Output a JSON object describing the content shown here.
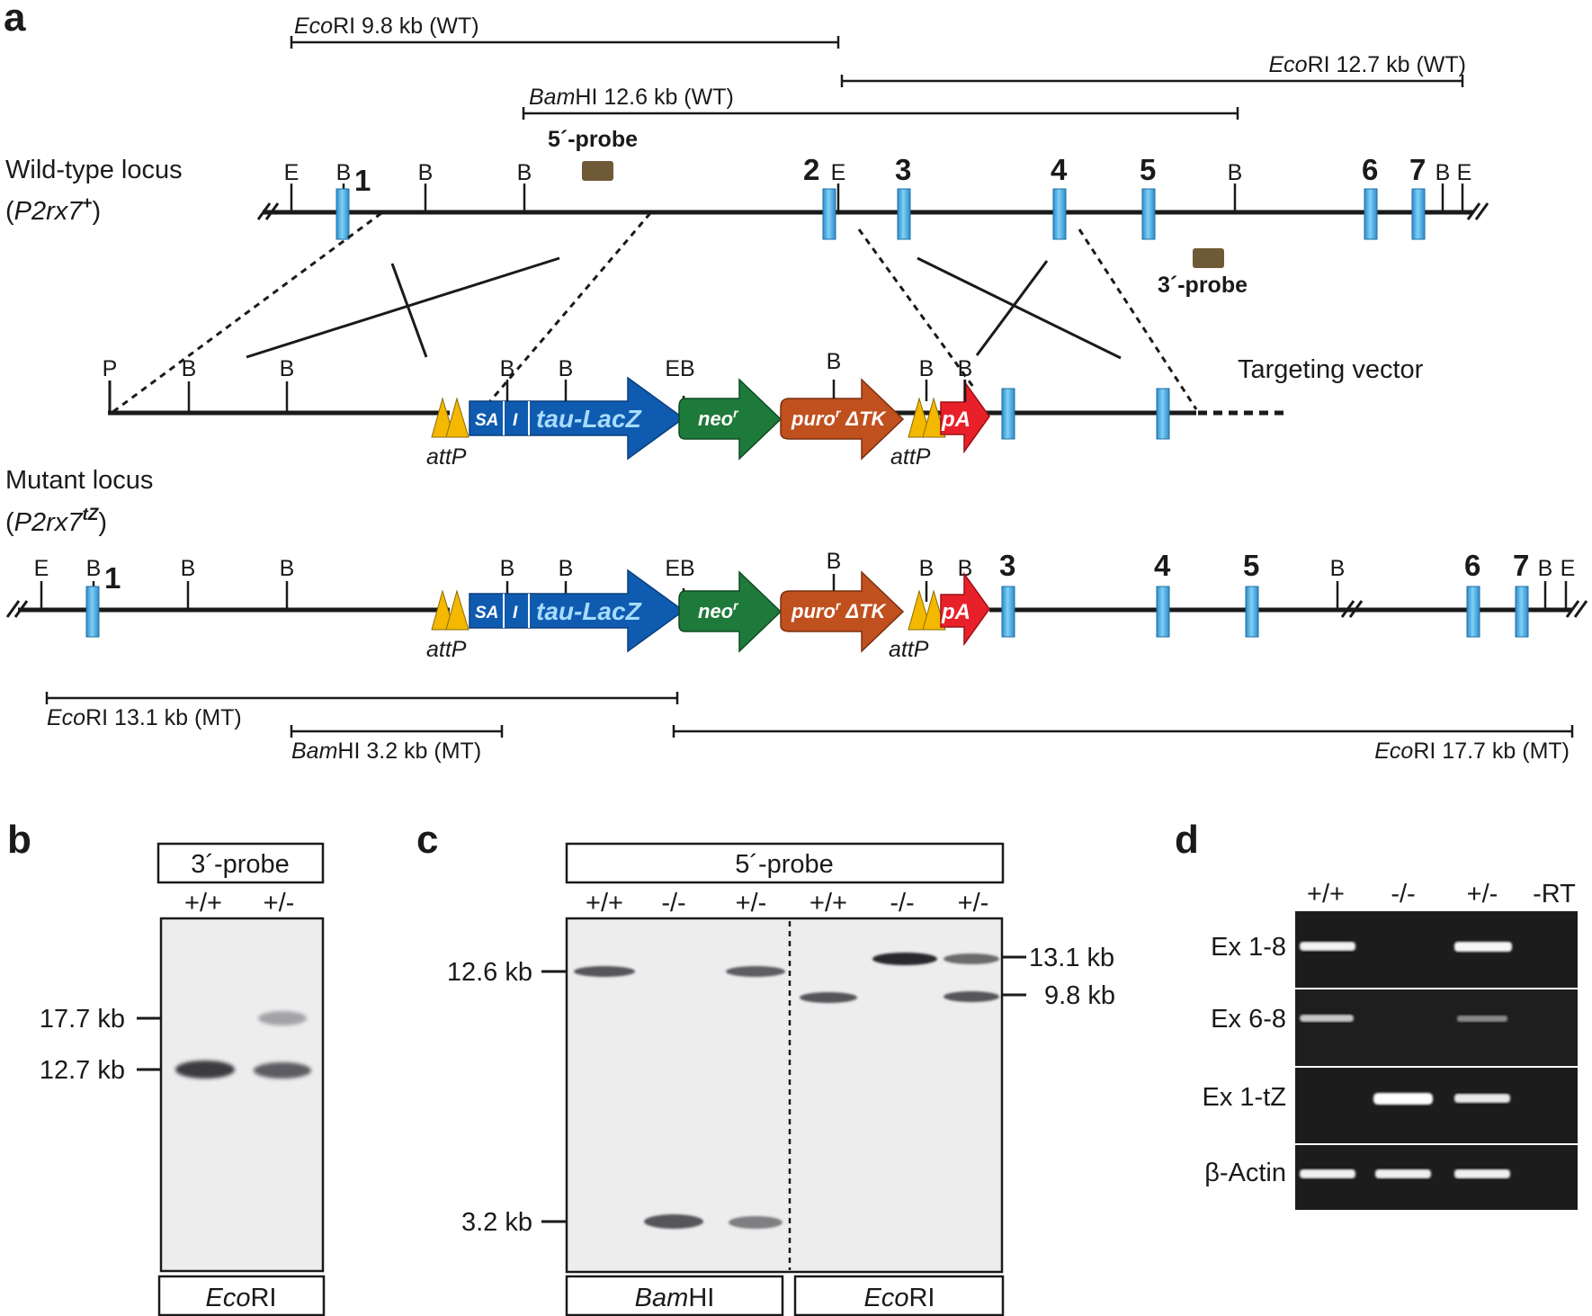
{
  "panels": {
    "a": "a",
    "b": "b",
    "c": "c",
    "d": "d"
  },
  "colors": {
    "line": "#1a1a1a",
    "exon": "#4aaee0",
    "probe": "#6e5a37",
    "attP": "#f4b800",
    "lacZ": "#0f5bb0",
    "neo": "#1e7a3a",
    "puro": "#c0501e",
    "pA": "#e8202a",
    "blot_bg": "#eeeef0",
    "gel_bg": "#1c1c1c"
  },
  "restriction": {
    "E": "E",
    "B": "B",
    "P": "P",
    "EB": "EB"
  },
  "fragments": {
    "eco_wt_98": {
      "enzyme": "Eco",
      "rest": "RI 9.8 kb (WT)"
    },
    "eco_wt_127": {
      "enzyme": "Eco",
      "rest": "RI 12.7 kb (WT)"
    },
    "bam_wt_126": {
      "enzyme": "Bam",
      "rest": "HI 12.6 kb (WT)"
    },
    "eco_mt_131": {
      "enzyme": "Eco",
      "rest": "RI 13.1 kb (MT)"
    },
    "bam_mt_32": {
      "enzyme": "Bam",
      "rest": "HI 3.2 kb (MT)"
    },
    "eco_mt_177": {
      "enzyme": "Eco",
      "rest": "RI 17.7 kb (MT)"
    }
  },
  "loci": {
    "wt_title": "Wild-type locus",
    "wt_gene": "P2rx7",
    "wt_sup": "+",
    "mt_title": "Mutant locus",
    "mt_gene": "P2rx7",
    "mt_sup": "tZ",
    "open_paren": "(",
    "close_paren": ")",
    "targeting_vector": "Targeting vector",
    "probe5": "5´-probe",
    "probe3": "3´-probe"
  },
  "exons": {
    "e1": "1",
    "e2": "2",
    "e3": "3",
    "e4": "4",
    "e5": "5",
    "e6": "6",
    "e7": "7"
  },
  "cassette": {
    "sa": "SA",
    "i": "I",
    "lacz": "tau-LacZ",
    "neo": "neo",
    "neo_sup": "r",
    "puro": "puro",
    "puro_sup": "r",
    "dtk": "ΔTK",
    "pa": "pA",
    "attp": "attP"
  },
  "blot_b": {
    "probe": "3´-probe",
    "lanes": [
      "+/+",
      "+/-"
    ],
    "markers": [
      "17.7 kb",
      "12.7 kb"
    ],
    "enzyme": "Eco",
    "enzyme_rest": "RI"
  },
  "blot_c": {
    "probe": "5´-probe",
    "lanes": [
      "+/+",
      "-/-",
      "+/-",
      "+/+",
      "-/-",
      "+/-"
    ],
    "markers_left": [
      "12.6 kb",
      "3.2 kb"
    ],
    "markers_right": [
      "13.1 kb",
      "9.8 kb"
    ],
    "enzyme1": "Bam",
    "enzyme1_rest": "HI",
    "enzyme2": "Eco",
    "enzyme2_rest": "RI"
  },
  "gel_d": {
    "lanes": [
      "+/+",
      "-/-",
      "+/-",
      "-RT"
    ],
    "rows": [
      "Ex 1-8",
      "Ex 6-8",
      "Ex 1-tZ",
      "β-Actin"
    ]
  }
}
